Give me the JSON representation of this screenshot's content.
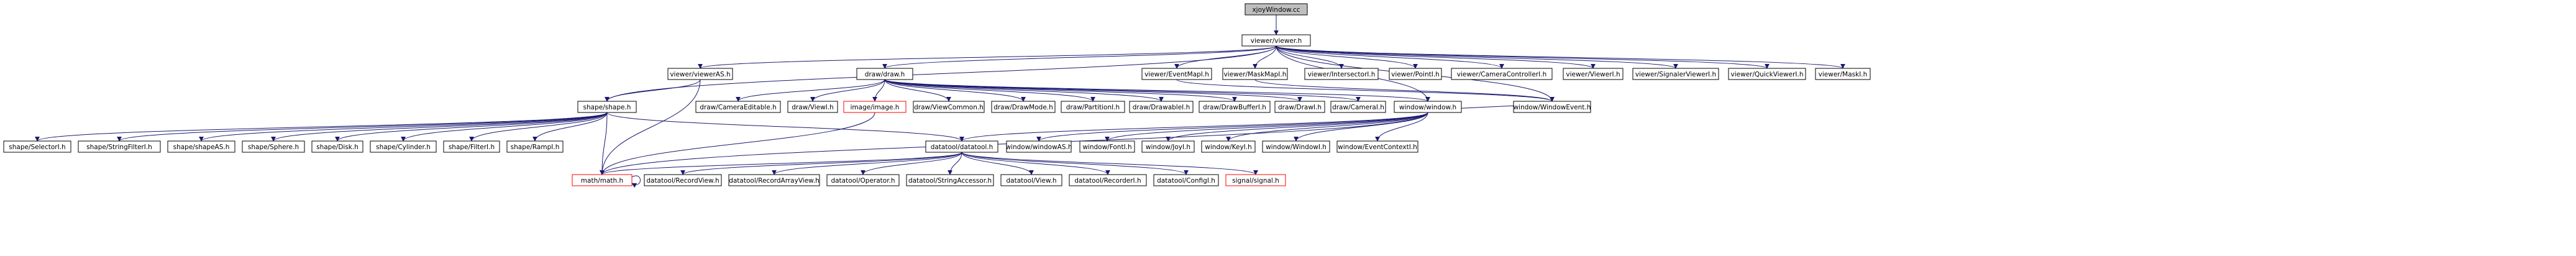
{
  "colors": {
    "edge": "#191970",
    "node_border": "#000000",
    "root_fill": "#bfbfbf",
    "missing_border": "#ff0000",
    "text": "#000000"
  },
  "nodes": {
    "root": "xjoyWindow.cc",
    "viewer": "viewer/viewer.h",
    "viewerAS": "viewer/viewerAS.h",
    "draw": "draw/draw.h",
    "eventMapI": "viewer/EventMapI.h",
    "maskMapI": "viewer/MaskMapI.h",
    "intersectorI": "viewer/IntersectorI.h",
    "pointI": "viewer/PointI.h",
    "cameraController": "viewer/CameraControllerI.h",
    "viewerI": "viewer/ViewerI.h",
    "signalerViewer": "viewer/SignalerViewerI.h",
    "quickViewer": "viewer/QuickViewerI.h",
    "maskI": "viewer/MaskI.h",
    "shape": "shape/shape.h",
    "camEditable": "draw/CameraEditable.h",
    "viewI": "draw/ViewI.h",
    "image": "image/image.h",
    "viewCommon": "draw/ViewCommon.h",
    "drawMode": "draw/DrawMode.h",
    "partitionI": "draw/PartitionI.h",
    "drawableI": "draw/DrawableI.h",
    "drawBufferI": "draw/DrawBufferI.h",
    "drawI": "draw/DrawI.h",
    "cameraI": "draw/CameraI.h",
    "window": "window/window.h",
    "windowEvent": "window/WindowEvent.h",
    "selector": "shape/SelectorI.h",
    "stringFilter": "shape/StringFilterI.h",
    "shapeAS": "shape/shapeAS.h",
    "sphere": "shape/Sphere.h",
    "disk": "shape/Disk.h",
    "cylinder": "shape/Cylinder.h",
    "filterI": "shape/FilterI.h",
    "rampI": "shape/RampI.h",
    "datatool": "datatool/datatool.h",
    "windowAS": "window/windowAS.h",
    "fontI": "window/FontI.h",
    "joyI": "window/JoyI.h",
    "keyI": "window/KeyI.h",
    "windowI": "window/WindowI.h",
    "eventContext": "window/EventContextI.h",
    "math": "math/math.h",
    "recordView": "datatool/RecordView.h",
    "recordArrayView": "datatool/RecordArrayView.h",
    "operator": "datatool/Operator.h",
    "stringAccessor": "datatool/StringAccessor.h",
    "view": "datatool/View.h",
    "recorder": "datatool/RecorderI.h",
    "config": "datatool/ConfigI.h",
    "signal": "signal/signal.h"
  }
}
